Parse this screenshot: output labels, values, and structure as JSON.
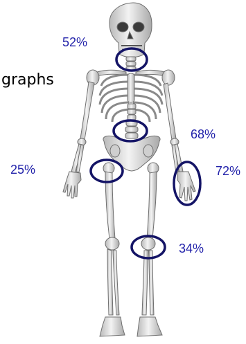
{
  "labels": {
    "neck": "52%",
    "spine": "68%",
    "hip": "25%",
    "wrist": "72%",
    "knee": "34%"
  },
  "side_text": "graphs",
  "colors": {
    "label": "#2222aa",
    "circle": "#141466",
    "bone": "#e2e2e2",
    "bone_edge": "#7f7f7f",
    "bone_dark": "#4a4a4a"
  }
}
